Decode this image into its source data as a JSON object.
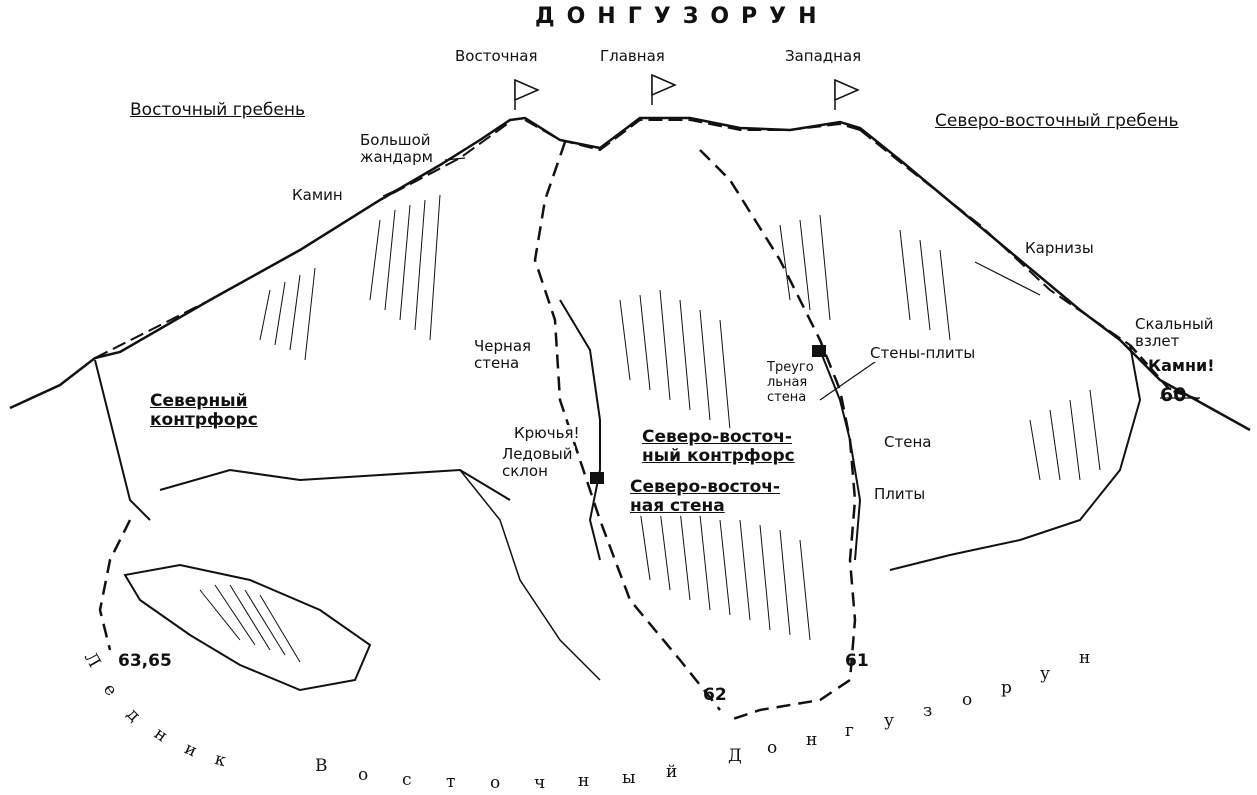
{
  "massif": {
    "title": "ДОНГУЗОРУН"
  },
  "summits": {
    "east": "Восточная",
    "main": "Главная",
    "west": "Западная"
  },
  "ridges": {
    "east": "Восточный гребень",
    "northeast": "Северо-восточный гребень"
  },
  "features": {
    "big_gendarme": "Большой\nжандарм",
    "chimney": "Камин",
    "black_wall": "Черная\nстена",
    "hooks": "Крючья!",
    "ice_slope": "Ледовый\nсклон",
    "triangular_wall": "Треуго\nльная\nстена",
    "wall_slabs": "Стены-плиты",
    "wall": "Стена",
    "slabs": "Плиты",
    "cornices": "Карнизы",
    "rock_step": "Скальный\nвзлет",
    "rocks": "Камни!",
    "north_buttress": "Северный\nконтрфорс",
    "ne_buttress": "Северо-восточ-\nный контрфорс",
    "ne_face": "Северо-восточ-\nная стена"
  },
  "routes": {
    "r60": "60",
    "r61": "61",
    "r62": "62",
    "r63": "63,65"
  },
  "glaciers": {
    "eastern_letters": [
      "В",
      "о",
      "с",
      "т",
      "о",
      "ч",
      "н",
      "ы",
      "й"
    ],
    "dongozorun_letters": [
      "Д",
      "о",
      "н",
      "г",
      "у",
      "з",
      "о",
      "р",
      "у",
      "н"
    ],
    "lednik_letters": [
      "Л",
      "е",
      "д",
      "н",
      "и",
      "к"
    ]
  },
  "colors": {
    "ink": "#111111",
    "paper": "#ffffff"
  }
}
